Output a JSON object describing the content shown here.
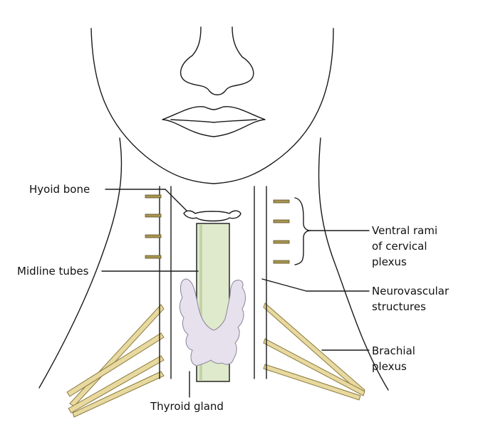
{
  "diagram": {
    "labels": {
      "hyoid_bone": "Hyoid bone",
      "midline_tubes": "Midline tubes",
      "thyroid_gland": "Thyroid gland",
      "ventral_rami_line1": "Ventral rami",
      "ventral_rami_line2": "of cervical",
      "ventral_rami_line3": "plexus",
      "neurovascular_line1": "Neurovascular",
      "neurovascular_line2": "structures",
      "brachial_line1": "Brachial",
      "brachial_line2": "plexus"
    },
    "colors": {
      "outline": "#1a1a1a",
      "nerve_roots": "#a89550",
      "brachial_plexus": "#e8d9a0",
      "midline_tube": "#dfeacc",
      "thyroid_gland": "#e7e1ee",
      "hyoid_bone": "#ffffff"
    }
  }
}
